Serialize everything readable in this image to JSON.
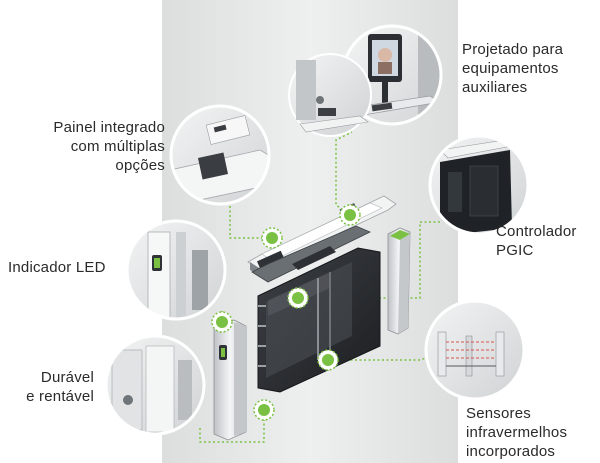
{
  "labels": {
    "projected": [
      "Projetado para",
      "equipamentos",
      "auxiliares"
    ],
    "panel": [
      "Painel integrado",
      "com múltiplas",
      "opções"
    ],
    "controller": [
      "Controlador",
      "PGIC"
    ],
    "led": [
      "Indicador LED"
    ],
    "durable": [
      "Durável",
      "e rentável"
    ],
    "sensors": [
      "Sensores",
      "infravermelhos",
      "incorporados"
    ]
  },
  "colors": {
    "accent": "#7ac143",
    "text": "#2a2a2a",
    "backdrop": "#e8e9e9"
  }
}
